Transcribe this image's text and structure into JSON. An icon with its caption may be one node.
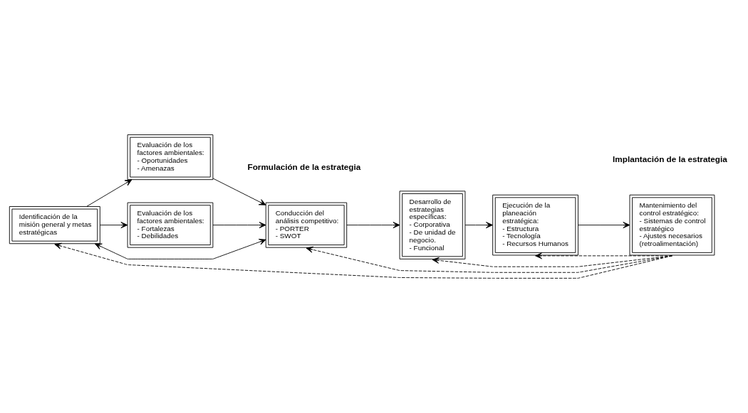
{
  "diagram": {
    "nodes": [
      {
        "text": [
          "Identificación de la misión general y metas estratégicas"
        ]
      },
      {
        "text": [
          "Evaluación de los factores ambientales: - Oportunidades - Amenazas"
        ]
      },
      {
        "text": [
          "Evaluación de los factores ambientales: - Fortalezas - Debilidades"
        ]
      },
      {
        "text": [
          "Conducción del análisis competitivo: - PORTER - SWOT"
        ]
      },
      {
        "text": [
          "Desarrollo de estrategias específicas: - Corporativa - De unidad de negocio. - Funcional"
        ]
      },
      {
        "text": [
          "Ejecución de la planeación estratégica: - Estructura - Tecnología - Recursos Humanos"
        ]
      },
      {
        "text": [
          "Mantenimiento del control estratégico: - Sistemas de control estratégico - Ajustes necesarios (retroalimentación)"
        ]
      }
    ],
    "edges": [
      {
        "from": 0,
        "to": 1,
        "arrow": "to"
      },
      {
        "from": 0,
        "to": 2,
        "arrow": "to"
      },
      {
        "from": 0,
        "to": 3,
        "arrow": "both"
      },
      {
        "from": 1,
        "to": 3,
        "arrow": "to"
      },
      {
        "from": 2,
        "to": 3,
        "arrow": "to"
      },
      {
        "from": 3,
        "to": 4,
        "arrow": "to"
      },
      {
        "from": 4,
        "to": 5,
        "arrow": "to"
      },
      {
        "from": 5,
        "to": 6,
        "arrow": "to"
      },
      {
        "from": 6,
        "to": 0,
        "arrow": "to",
        "style": "dashed"
      },
      {
        "from": 6,
        "to": 3,
        "arrow": "to",
        "style": "dashed"
      },
      {
        "from": 6,
        "to": 4,
        "arrow": "to",
        "style": "dashed"
      },
      {
        "from": 6,
        "to": 5,
        "arrow": "to",
        "style": "dashed"
      }
    ],
    "labels": [
      "Formulación de la estrategia",
      "Implantación de la estrategia"
    ]
  }
}
